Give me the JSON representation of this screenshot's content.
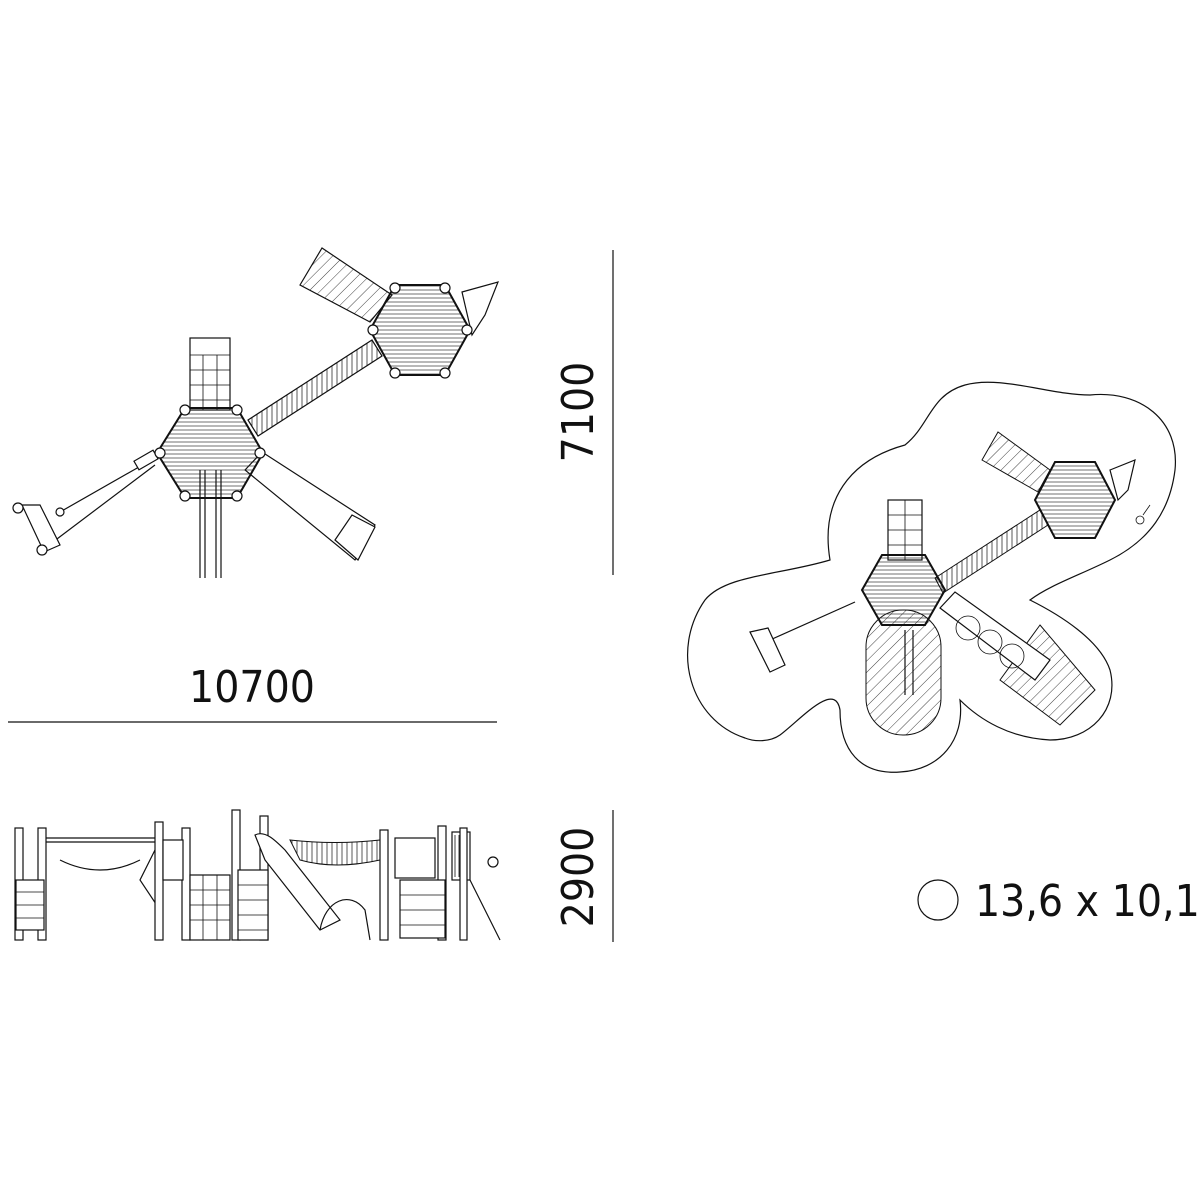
{
  "dimensions": {
    "width": "10700",
    "depth": "7100",
    "height": "2900"
  },
  "safety_area": {
    "label": "13,6 x 10,1"
  },
  "colors": {
    "line": "#111111",
    "background": "#ffffff"
  }
}
